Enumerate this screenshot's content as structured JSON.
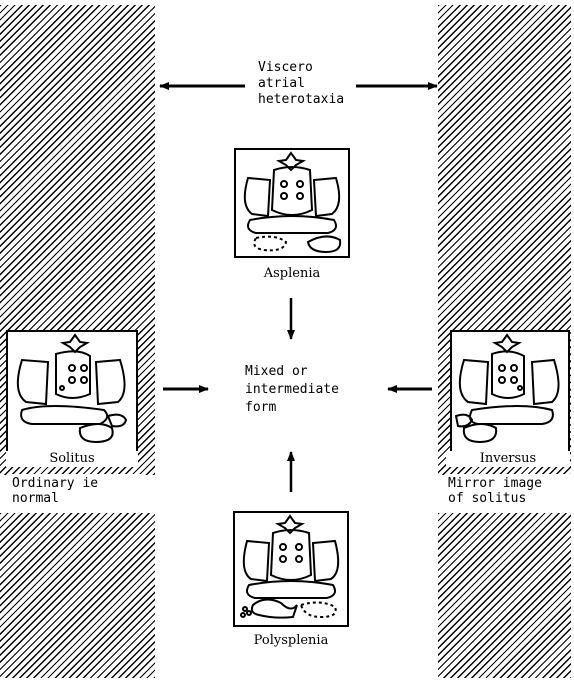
{
  "top_label": [
    "Viscero",
    "atrial",
    "heterotaxia"
  ],
  "center_label": [
    "Mixed or",
    "intermediate",
    "form"
  ],
  "forms": {
    "asplenia": "Asplenia",
    "solitus": "Solitus",
    "inversus": "Inversus",
    "polysplenia": "Polysplenia"
  },
  "solitus_note": [
    "Ordinary ie",
    "normal"
  ],
  "inversus_note": [
    "Mirror image",
    "of solitus"
  ]
}
